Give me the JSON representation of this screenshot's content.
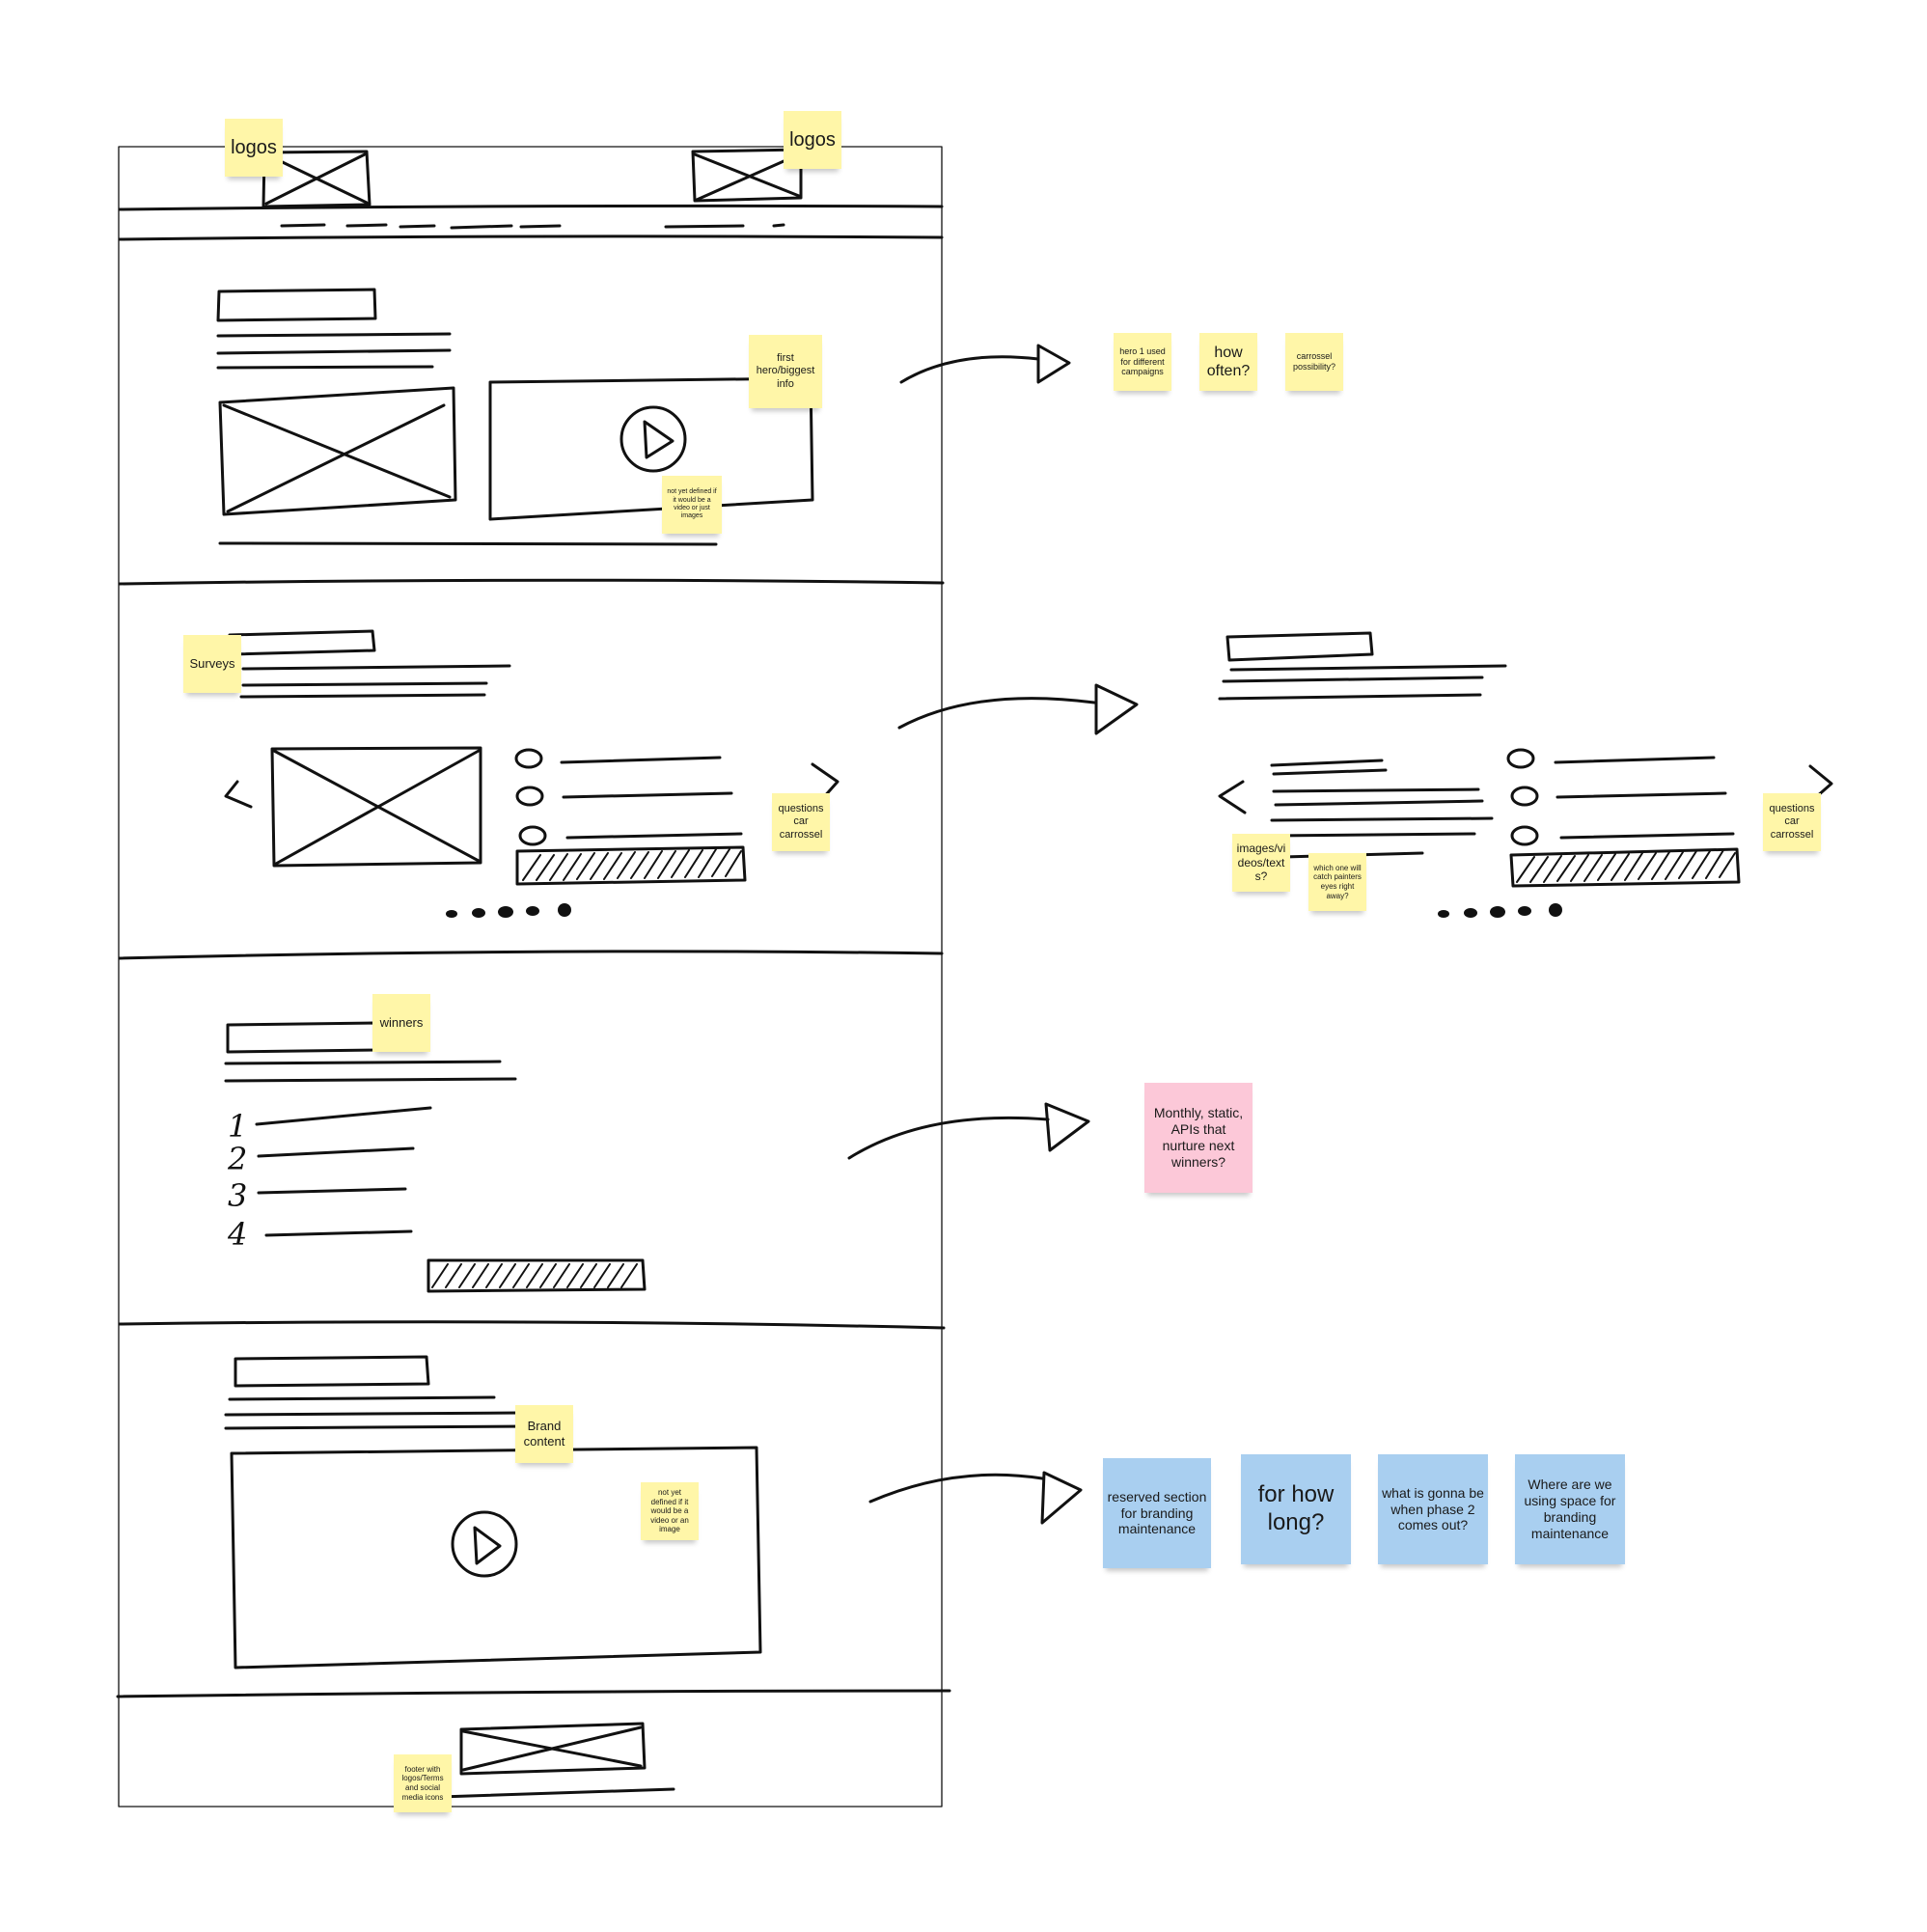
{
  "board": {
    "wireframe": {
      "header": {
        "logo_notes": [
          "logos",
          "logos"
        ]
      },
      "hero": {
        "section_note": "first hero/biggest info",
        "media_note": "not yet defined if it would be a video or just images",
        "side_notes": [
          "hero 1 used for different campaigns",
          "how often?",
          "carrossel possibility?"
        ]
      },
      "surveys": {
        "section_note": "Surveys",
        "carousel_note": "questions car carrossel",
        "detail_notes": [
          "images/videos/texts?",
          "which one will catch painters eyes right away?",
          "questions car carrossel"
        ]
      },
      "winners": {
        "section_note": "winners",
        "rank_numbers": [
          "1",
          "2",
          "3",
          "4"
        ],
        "side_note": "Monthly, static, APIs that nurture next winners?"
      },
      "brand": {
        "section_note": "Brand content",
        "media_note": "not yet defined if it would be a video or an image",
        "side_notes": [
          "reserved section for branding maintenance",
          "for how long?",
          "what is gonna be when phase 2 comes out?",
          "Where are we using space for branding maintenance"
        ]
      },
      "footer": {
        "note": "footer with logos/Terms and social media icons"
      }
    }
  },
  "colors": {
    "ink": "#111111",
    "sticky_yellow": "#fff6a8",
    "sticky_pink": "#fcc8d8",
    "sticky_blue": "#a9cff0"
  }
}
